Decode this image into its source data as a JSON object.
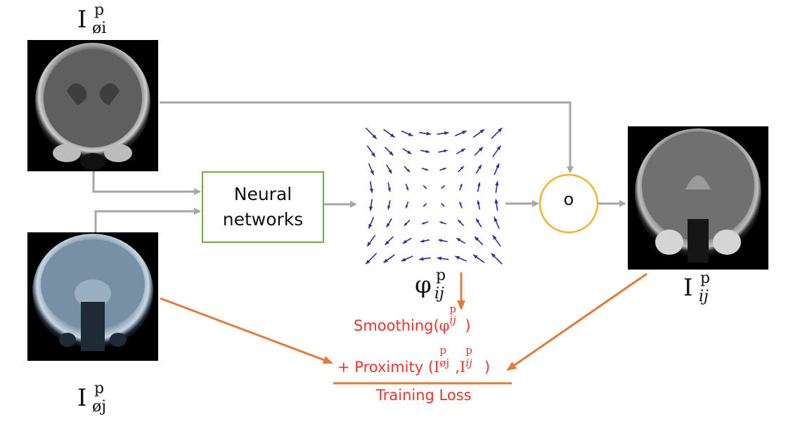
{
  "diagram": {
    "title": "Neural network image registration pipeline",
    "colors": {
      "arrow_gray": "#a6a6a6",
      "loss_orange": "#e07b39",
      "box_green": "#70ad47",
      "compose_yellow": "#f4b12e",
      "vector_blue": "#2b2f8f",
      "loss_text_red": "#e8342c"
    },
    "inputs": {
      "moving_image": {
        "label_base": "I",
        "label_sup": "p",
        "label_sub": "øi"
      },
      "fixed_image": {
        "label_base": "I",
        "label_sup": "p",
        "label_sub": "øj"
      }
    },
    "network": {
      "line1": "Neural",
      "line2": "networks"
    },
    "deformation": {
      "label_base": "φ",
      "label_sup": "p",
      "label_sub": "ij",
      "grid": {
        "rows": 8,
        "cols": 8,
        "field": "saddle",
        "vx": "-dy",
        "vy": "-dx"
      }
    },
    "compose": {
      "symbol": "o"
    },
    "output": {
      "label_base": "I",
      "label_sup": "p",
      "label_sub": "ij"
    },
    "loss": {
      "smoothing": "Smoothing(",
      "smoothing_arg_base": "φ",
      "smoothing_close": ")",
      "proximity": "+ Proximity (",
      "prox_arg1_base": "I",
      "prox_arg1_sub": "øj",
      "prox_sep": ",",
      "prox_arg2_base": "I",
      "prox_arg2_sub": "ij",
      "prox_close": " )",
      "sup": "p",
      "total": "Training Loss"
    }
  }
}
